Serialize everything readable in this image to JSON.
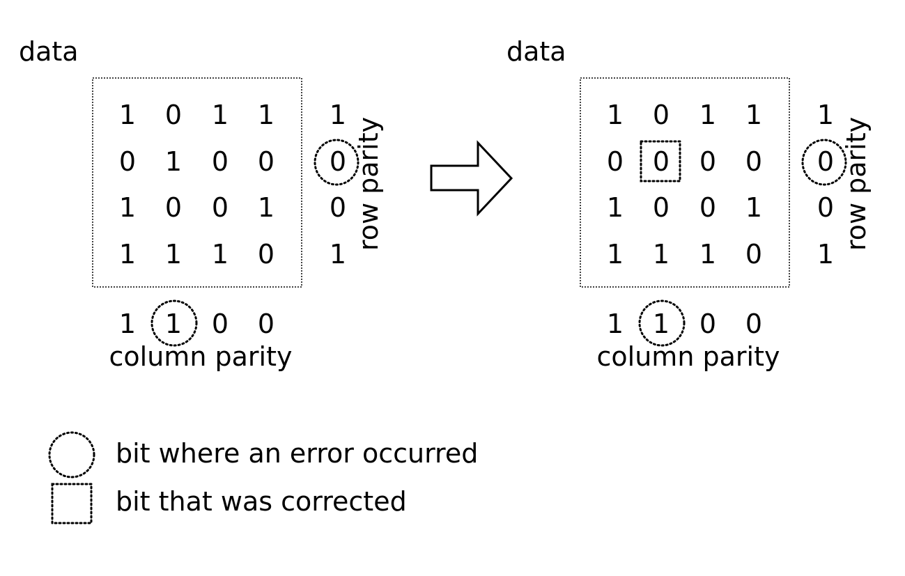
{
  "left_panel": {
    "title": "data",
    "grid": [
      [
        "1",
        "0",
        "1",
        "1"
      ],
      [
        "0",
        "1",
        "0",
        "0"
      ],
      [
        "1",
        "0",
        "0",
        "1"
      ],
      [
        "1",
        "1",
        "1",
        "0"
      ]
    ],
    "row_parity": [
      "1",
      "0",
      "0",
      "1"
    ],
    "row_parity_label": "row parity",
    "column_parity": [
      "1",
      "1",
      "0",
      "0"
    ],
    "column_parity_label": "column parity"
  },
  "right_panel": {
    "title": "data",
    "grid": [
      [
        "1",
        "0",
        "1",
        "1"
      ],
      [
        "0",
        "0",
        "0",
        "0"
      ],
      [
        "1",
        "0",
        "0",
        "1"
      ],
      [
        "1",
        "1",
        "1",
        "0"
      ]
    ],
    "row_parity": [
      "1",
      "0",
      "0",
      "1"
    ],
    "row_parity_label": "row parity",
    "column_parity": [
      "1",
      "1",
      "0",
      "0"
    ],
    "column_parity_label": "column parity"
  },
  "legend": {
    "error_label": "bit where an error occurred",
    "corrected_label": "bit that was corrected"
  }
}
